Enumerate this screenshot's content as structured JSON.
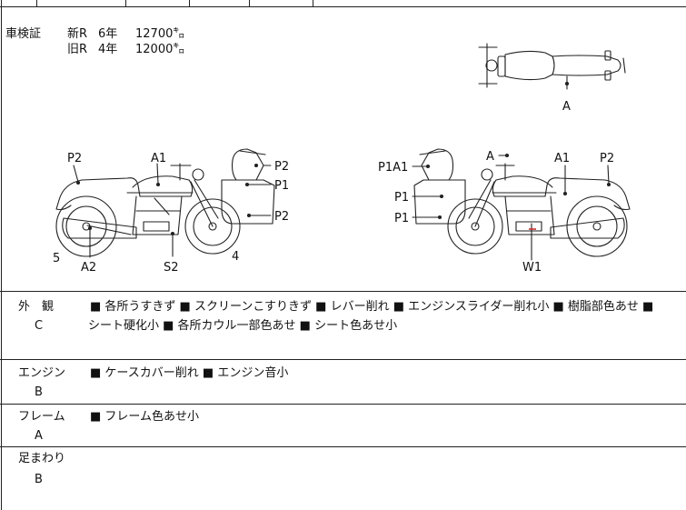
{
  "inspection": {
    "label": "車検証",
    "rows": [
      {
        "type": "新R",
        "years": "6年",
        "km": "12700㌔"
      },
      {
        "type": "旧R",
        "years": "4年",
        "km": "12000㌔"
      }
    ]
  },
  "diagram": {
    "top_view_label": "A",
    "left_side_labels": [
      "P2",
      "A1",
      "P2",
      "P1",
      "P2",
      "5",
      "A2",
      "S2",
      "4"
    ],
    "right_side_labels": [
      "A",
      "A1",
      "P2",
      "P1A1",
      "P1",
      "P1",
      "W1"
    ]
  },
  "conditions": [
    {
      "category": "外　観",
      "grade": "C",
      "line1": "■ 各所うすきず ■ スクリーンこすりきず ■ レバー削れ ■ エンジンスライダー削れ小 ■ 樹脂部色あせ ■",
      "line2": "シート硬化小 ■ 各所カウル一部色あせ ■ シート色あせ小"
    },
    {
      "category": "エンジン",
      "grade": "B",
      "line1": "■ ケースカバー削れ ■ エンジン音小",
      "line2": ""
    },
    {
      "category": "フレーム",
      "grade": "A",
      "line1": "■ フレーム色あせ小",
      "line2": ""
    },
    {
      "category": "足まわり",
      "grade": "B",
      "line1": "",
      "line2": ""
    }
  ]
}
